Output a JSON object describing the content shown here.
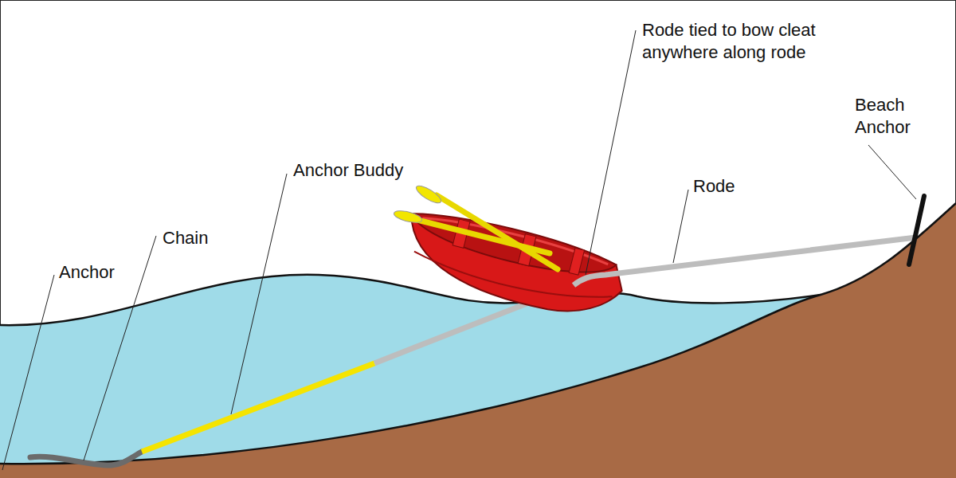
{
  "diagram": {
    "labels": [
      "Rode tied to bow cleat anywhere along rode",
      "Beach Anchor",
      "Anchor Buddy",
      "Rode",
      "Chain",
      "Anchor"
    ]
  }
}
